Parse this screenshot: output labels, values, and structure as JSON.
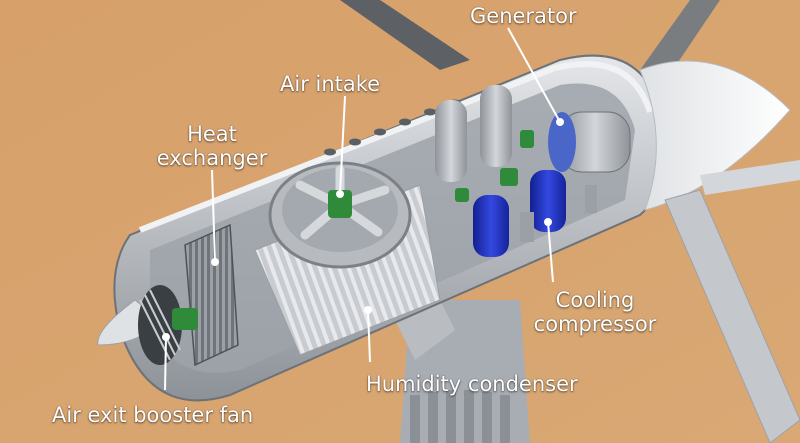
{
  "labels": {
    "generator": "Generator",
    "air_intake": "Air intake",
    "heat_exchanger_line1": "Heat",
    "heat_exchanger_line2": "exchanger",
    "cooling_compressor_line1": "Cooling",
    "cooling_compressor_line2": "compressor",
    "humidity_condenser": "Humidity condenser",
    "air_exit_booster_fan": "Air exit booster fan"
  },
  "colors": {
    "background": "#d9a46c",
    "housing": "#c9ccd0",
    "housing_dark": "#8e9399",
    "compressor_blue": "#2233c8",
    "fan_green": "#2f8a3a",
    "label_text": "#ffffff",
    "leader_line": "#ffffff"
  }
}
